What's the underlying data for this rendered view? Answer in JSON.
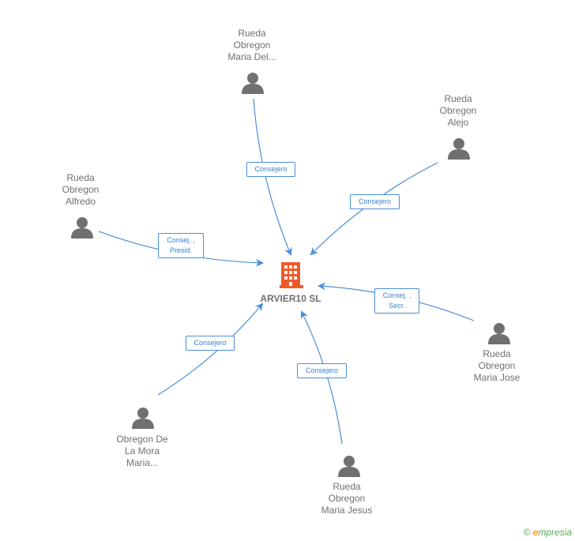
{
  "company": {
    "name": "ARVIER10 SL",
    "icon": "building-icon",
    "color": "#f05a28"
  },
  "people": [
    {
      "id": "p1",
      "name": [
        "Rueda",
        "Obregon",
        "Maria Del..."
      ],
      "role": "Consejero"
    },
    {
      "id": "p2",
      "name": [
        "Rueda",
        "Obregon",
        "Alejo"
      ],
      "role": "Consejero"
    },
    {
      "id": "p3",
      "name": [
        "Rueda",
        "Obregon",
        "Alfredo"
      ],
      "role": "Consej. ,\nPresid."
    },
    {
      "id": "p4",
      "name": [
        "Rueda",
        "Obregon",
        "Maria Jose"
      ],
      "role": "Consej. ,\nSecr."
    },
    {
      "id": "p5",
      "name": [
        "Obregon De",
        "La Mora",
        "Maria..."
      ],
      "role": "Consejero"
    },
    {
      "id": "p6",
      "name": [
        "Rueda",
        "Obregon",
        "Maria Jesus"
      ],
      "role": "Consejero"
    }
  ],
  "colors": {
    "edge": "#4a8fd8",
    "person": "#707070"
  },
  "brand": {
    "copyright": "©",
    "initial": "e",
    "rest": "mpresia"
  }
}
